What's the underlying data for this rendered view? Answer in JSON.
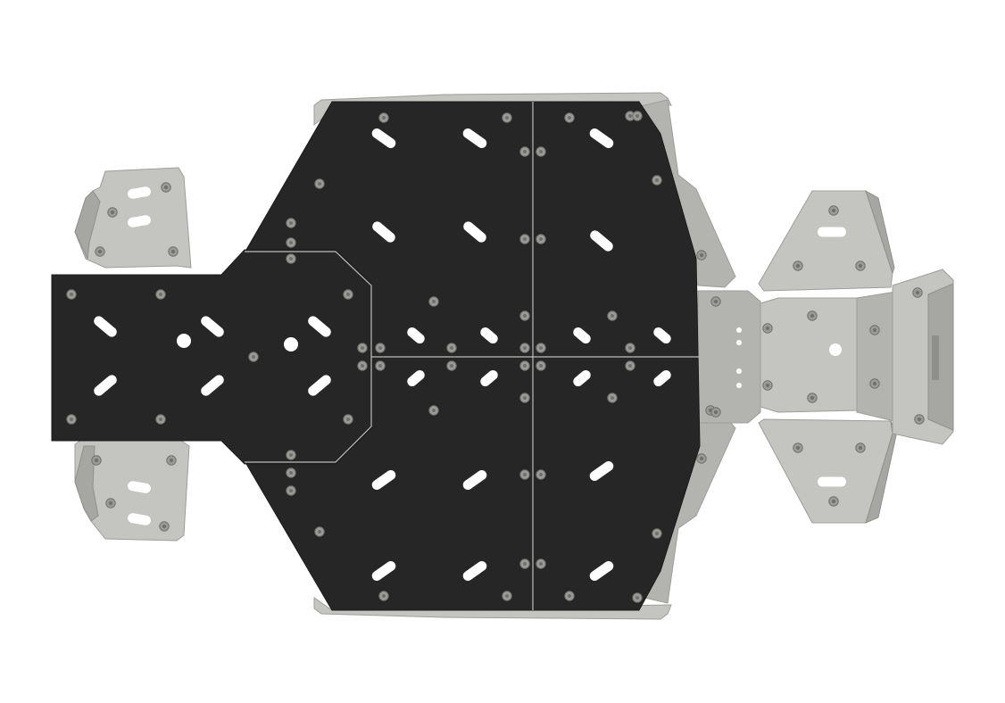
{
  "scene": {
    "subject": "skid-plate-kit-render",
    "background": "#ffffff"
  },
  "colors": {
    "plate_black": "#262626",
    "plate_edge": "#1a1a1a",
    "aluminum": "#c4c5c0",
    "aluminum_dark": "#a6a7a3",
    "aluminum_shadow": "#8f908c",
    "bolt": "#9a9b97",
    "bolt_ring": "#6f706c",
    "slot": "#ffffff",
    "seam": "#bdbdbd"
  },
  "parts": {
    "main_plate": "polyethylene-main-plate",
    "front_plate": "polyethylene-front-plate",
    "left_guards": "aluminum-a-arm-guards-front",
    "right_guards": "aluminum-a-arm-guards-rear",
    "rear_plate": "aluminum-rear-plate",
    "side_rails": "aluminum-rock-sliders"
  }
}
